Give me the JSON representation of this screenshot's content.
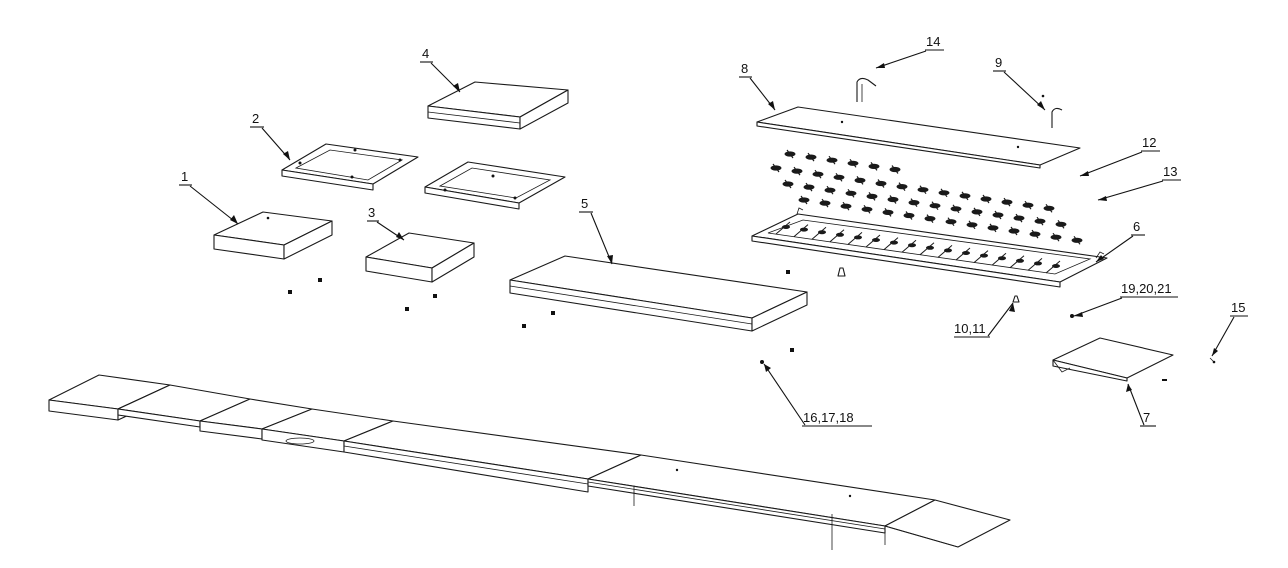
{
  "callouts": {
    "c1": "1",
    "c2": "2",
    "c3": "3",
    "c4": "4",
    "c5": "5",
    "c6": "6",
    "c7": "7",
    "c8": "8",
    "c9": "9",
    "c10_11": "10,11",
    "c12": "12",
    "c13": "13",
    "c14": "14",
    "c15": "15",
    "c16_17_18": "16,17,18",
    "c19_20_21": "19,20,21"
  },
  "colors": {
    "line": "#1a1a1a",
    "background": "#ffffff"
  }
}
